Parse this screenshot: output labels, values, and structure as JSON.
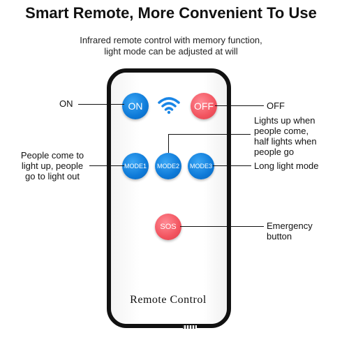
{
  "header": {
    "title": "Smart Remote, More Convenient To Use",
    "subtitle_line1": "Infrared remote control with memory function,",
    "subtitle_line2": "light mode can be adjusted at will"
  },
  "remote": {
    "label": "Remote Control",
    "buttons": {
      "on": "ON",
      "off": "OFF",
      "mode1": "MODE1",
      "mode2": "MODE2",
      "mode3": "MODE3",
      "sos": "SOS"
    },
    "colors": {
      "blue_button": "#0e7ad8",
      "red_button": "#f2545f",
      "wifi_icon": "#1a86e6"
    }
  },
  "annotations": {
    "on": "ON",
    "off": "OFF",
    "mode1_line1": "People come to",
    "mode1_line2": "light up, people",
    "mode1_line3": "go to light out",
    "mode2_line1": "Lights up when",
    "mode2_line2": "people come,",
    "mode2_line3": "half lights when",
    "mode2_line4": "people go",
    "mode3": "Long light mode",
    "sos_line1": "Emergency",
    "sos_line2": "button"
  }
}
